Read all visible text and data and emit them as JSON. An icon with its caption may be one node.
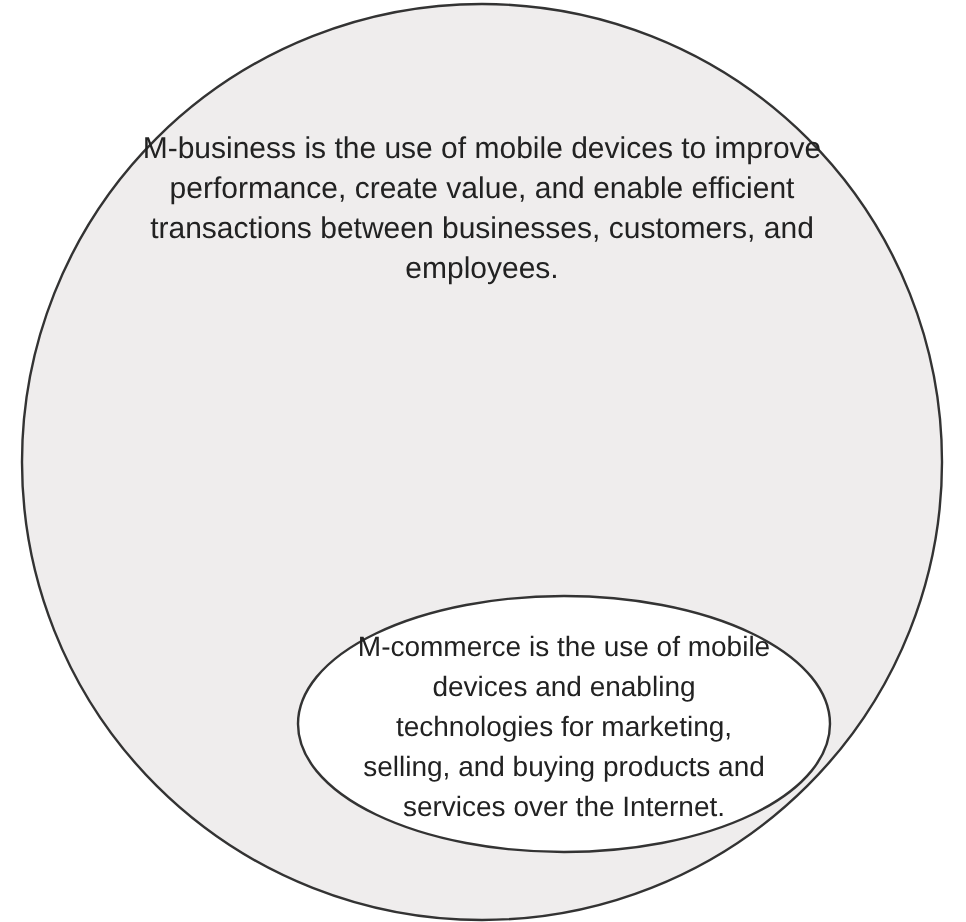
{
  "diagram": {
    "nodes": [
      {
        "text": [
          "M-business is the use of mobile devices to improve performance, create value, and enable efficient transactions between businesses, customers, and employees."
        ]
      },
      {
        "text": [
          "M-commerce is the use of mobile devices and enabling technologies for marketing, selling, and buying products and services over the Internet."
        ],
        "in": 0
      }
    ]
  }
}
